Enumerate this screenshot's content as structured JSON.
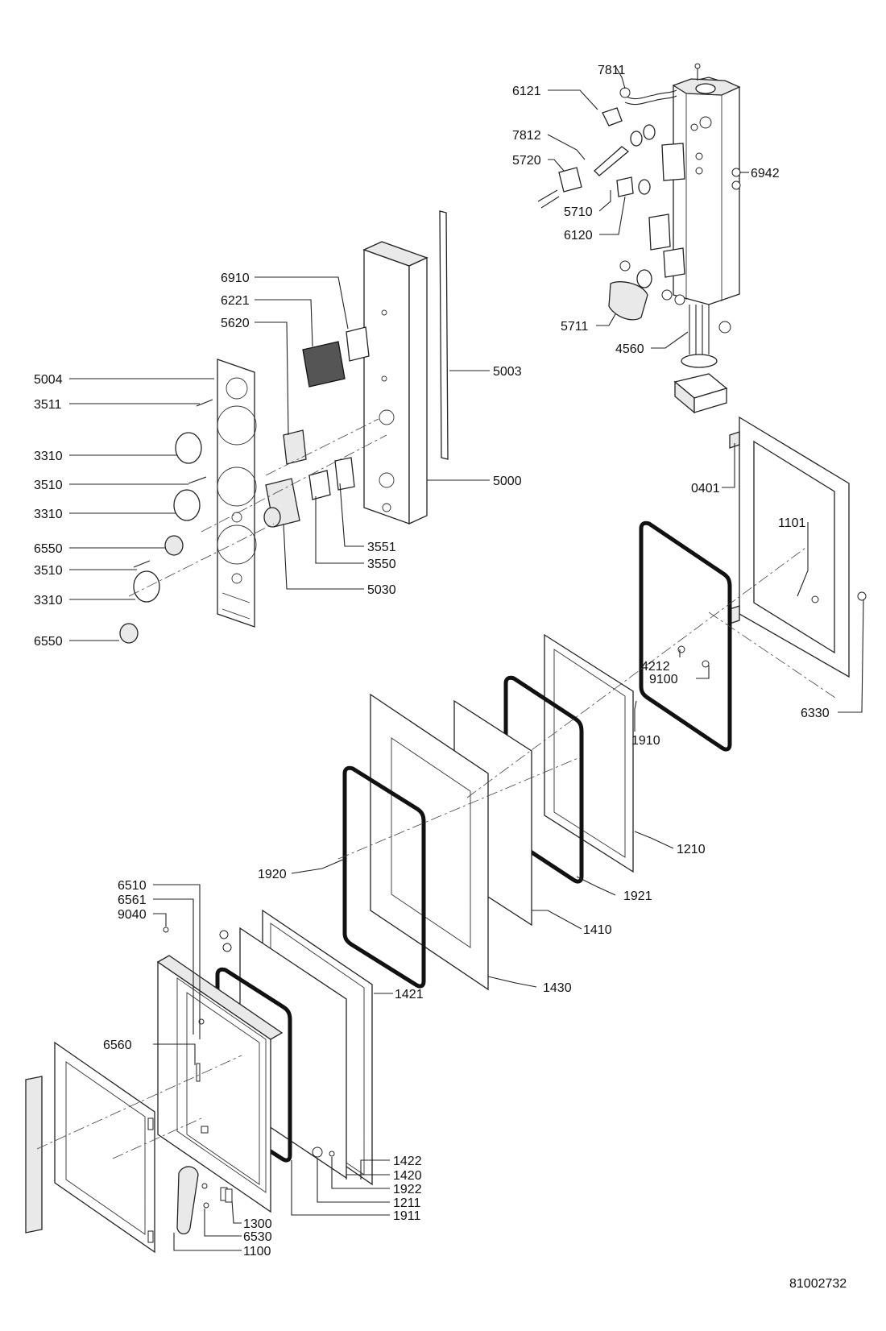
{
  "drawing_number": "81002732",
  "callouts": {
    "c7811": "7811",
    "c6121": "6121",
    "c7812": "7812",
    "c5720": "5720",
    "c6942": "6942",
    "c5710": "5710",
    "c6120": "6120",
    "c5711": "5711",
    "c4560": "4560",
    "c6910": "6910",
    "c6221": "6221",
    "c5620": "5620",
    "c5004": "5004",
    "c3511": "3511",
    "c5003": "5003",
    "c3310a": "3310",
    "c3510a": "3510",
    "c5000": "5000",
    "c3310b": "3310",
    "c6550a": "6550",
    "c3551": "3551",
    "c3550": "3550",
    "c3510b": "3510",
    "c3310c": "3310",
    "c5030": "5030",
    "c6550b": "6550",
    "c0401": "0401",
    "c1101": "1101",
    "c4212": "4212",
    "c9100": "9100",
    "c6330": "6330",
    "c1910": "1910",
    "c1210": "1210",
    "c1920": "1920",
    "c1921": "1921",
    "c1410": "1410",
    "c1430": "1430",
    "c6510": "6510",
    "c6561": "6561",
    "c9040": "9040",
    "c1421": "1421",
    "c6560": "6560",
    "c1422": "1422",
    "c1420": "1420",
    "c1922": "1922",
    "c1211": "1211",
    "c1911": "1911",
    "c1300": "1300",
    "c6530": "6530",
    "c1100": "1100"
  }
}
